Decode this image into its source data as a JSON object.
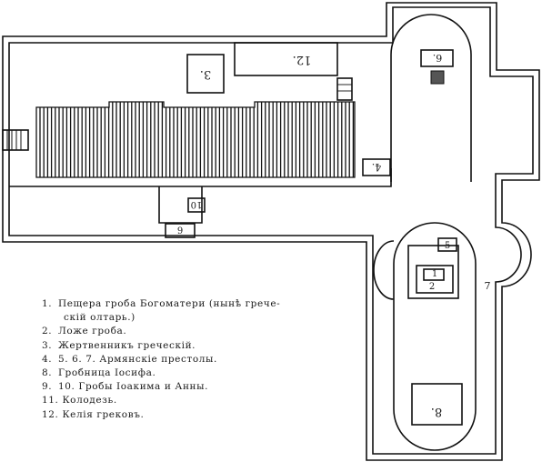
{
  "plan": {
    "room_labels": {
      "r1": "1",
      "r2": "2",
      "r3": "3.",
      "r4": "4.",
      "r5": "5",
      "r6": "6.",
      "r7": "7",
      "r8": "8.",
      "r9": "9",
      "r10": "10",
      "r12": "12."
    }
  },
  "legend": {
    "items": [
      {
        "num": "1.",
        "text": "Пещера гроба Богоматери (нынѣ грече-"
      },
      {
        "num": "",
        "text": "скій олтарь.)"
      },
      {
        "num": "2.",
        "text": "Ложе гроба."
      },
      {
        "num": "3.",
        "text": "Жертвенникъ греческій."
      },
      {
        "num": "4.",
        "text": "5. 6. 7. Армянскіе престолы."
      },
      {
        "num": "8.",
        "text": "Гробница Іосифа."
      },
      {
        "num": "9.",
        "text": "10. Гробы Іоакима и Анны."
      },
      {
        "num": "11.",
        "text": "Колодезь."
      },
      {
        "num": "12.",
        "text": "Келія грековъ."
      }
    ]
  }
}
